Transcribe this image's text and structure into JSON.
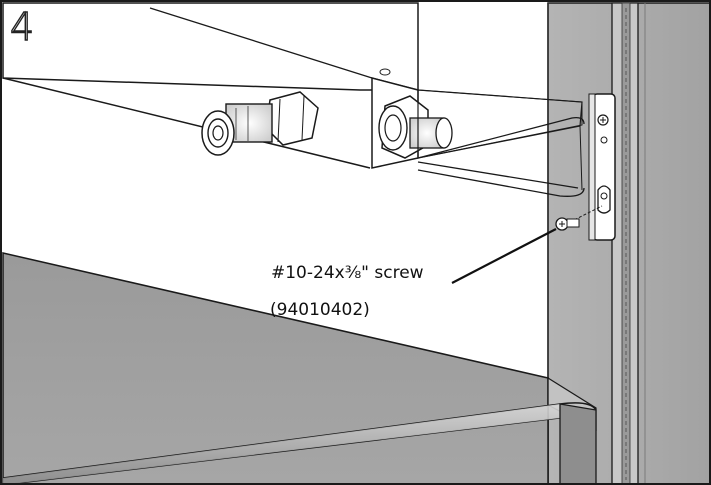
{
  "step": {
    "number": "4"
  },
  "callout": {
    "part_name": "#10-24x⅜\" screw",
    "part_number": "(94010402)"
  },
  "colors": {
    "outline": "#1a1a1a",
    "cabinet_wall": "#a8a8a8",
    "shelf_surface": "#9c9c9c",
    "background": "#ffffff"
  }
}
